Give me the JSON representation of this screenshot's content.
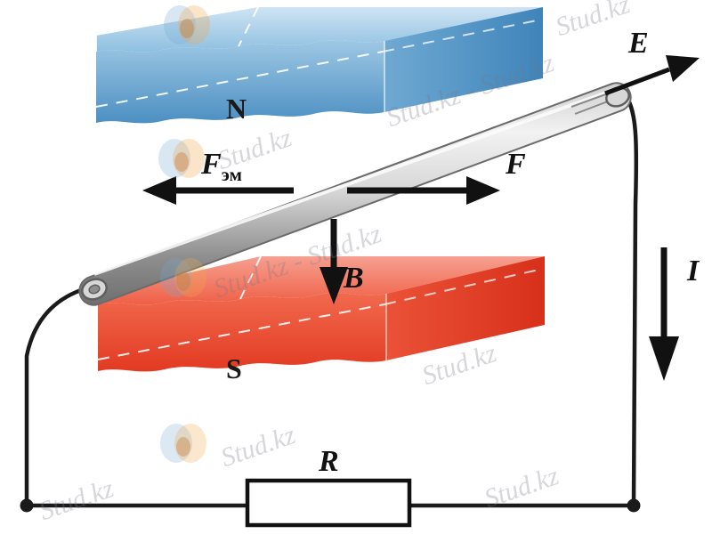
{
  "figure": {
    "title": "Electromagnetic induction: conductor rod moving on rails between magnet poles",
    "background_color": "#ffffff"
  },
  "poles": {
    "north": {
      "label": "N",
      "color_top": "#a9cfe8",
      "color_front": "#4a90c4",
      "color_side": "#7fb4d8"
    },
    "south": {
      "label": "S",
      "color_top": "#f08070",
      "color_front": "#e8402a",
      "color_side": "#f05a42"
    }
  },
  "vectors": [
    {
      "name": "emf-force",
      "label": "F",
      "sub": "эм",
      "direction": "left"
    },
    {
      "name": "applied-force",
      "label": "F",
      "sub": "",
      "direction": "right"
    },
    {
      "name": "magnetic-field",
      "label": "B",
      "sub": "",
      "direction": "down"
    },
    {
      "name": "emf",
      "label": "E",
      "sub": "",
      "direction": "up-right"
    },
    {
      "name": "current",
      "label": "I",
      "sub": "",
      "direction": "down"
    }
  ],
  "components": {
    "resistor": {
      "label": "R",
      "fill": "#ffffff",
      "stroke": "#111111"
    },
    "rod": {
      "name": "conductor-rod",
      "fill_light": "#e6e6e6",
      "fill_dark": "#9a9a9a"
    },
    "wire_color": "#1a1a1a"
  },
  "watermarks": {
    "texts": [
      "Stud.kz",
      "Stud.kz - Stud.kz",
      "Stud.kz - Stud.kz",
      "Stud.kz",
      "Stud.kz",
      "Stud.kz",
      "Stud.kz",
      "Stud.kz"
    ]
  }
}
